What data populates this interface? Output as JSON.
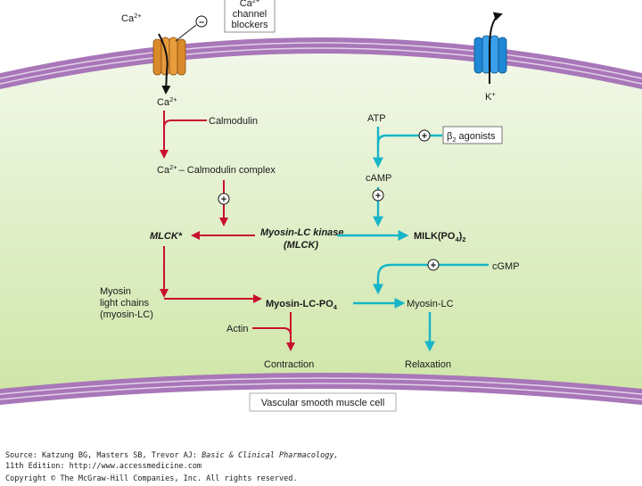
{
  "diagram": {
    "ca_outside": "Ca",
    "ca_outside_sup": "2+",
    "blocker_sign": "–",
    "blocker_line1": "Ca",
    "blocker_line1_sup": "2+",
    "blocker_line2": "channel",
    "blocker_line3": "blockers",
    "ca_inside": "Ca",
    "ca_inside_sup": "2+",
    "calmodulin": "Calmodulin",
    "complex_prefix": "Ca",
    "complex_sup": "2+",
    "complex_suffix": "– Calmodulin complex",
    "plus_sign": "+",
    "mlck_star": "MLCK*",
    "mlck_kinase_line1": "Myosin-LC kinase",
    "mlck_kinase_line2": "(MLCK)",
    "atp": "ATP",
    "b2_beta": "β",
    "b2_sub": "2",
    "b2_suffix": "agonists",
    "camp": "cAMP",
    "milk_prefix": "MILK(PO",
    "milk_sub1": "4",
    "milk_close": ")",
    "milk_sub2": "2",
    "k_plus": "K",
    "k_sup": "+",
    "cgmp": "cGMP",
    "myosin_line1": "Myosin",
    "myosin_line2": "light chains",
    "myosin_line3": "(myosin-LC)",
    "myosin_po4_prefix": "Myosin-LC-PO",
    "myosin_po4_sub": "4",
    "myosin_lc": "Myosin-LC",
    "actin": "Actin",
    "contraction": "Contraction",
    "relaxation": "Relaxation",
    "cell_label": "Vascular smooth muscle cell"
  },
  "source": {
    "line1_prefix": "Source: Katzung BG, Masters SB, Trevor AJ: ",
    "line1_title": "Basic & Clinical Pharmacology,",
    "line2": "11th Edition: http://www.accessmedicine.com",
    "line3": "Copyright © The McGraw-Hill Companies, Inc. All rights reserved."
  },
  "colors": {
    "cytoplasm_top": "#f2f8ea",
    "cytoplasm_bottom": "#cfe6a8",
    "membrane": "#a877b8",
    "membrane_stripe": "#e4d2ea",
    "contraction_path": "#c8102e",
    "relaxation_path": "#17b5c8",
    "ca_channel": "#d98a2b",
    "k_channel": "#1e88d6"
  }
}
